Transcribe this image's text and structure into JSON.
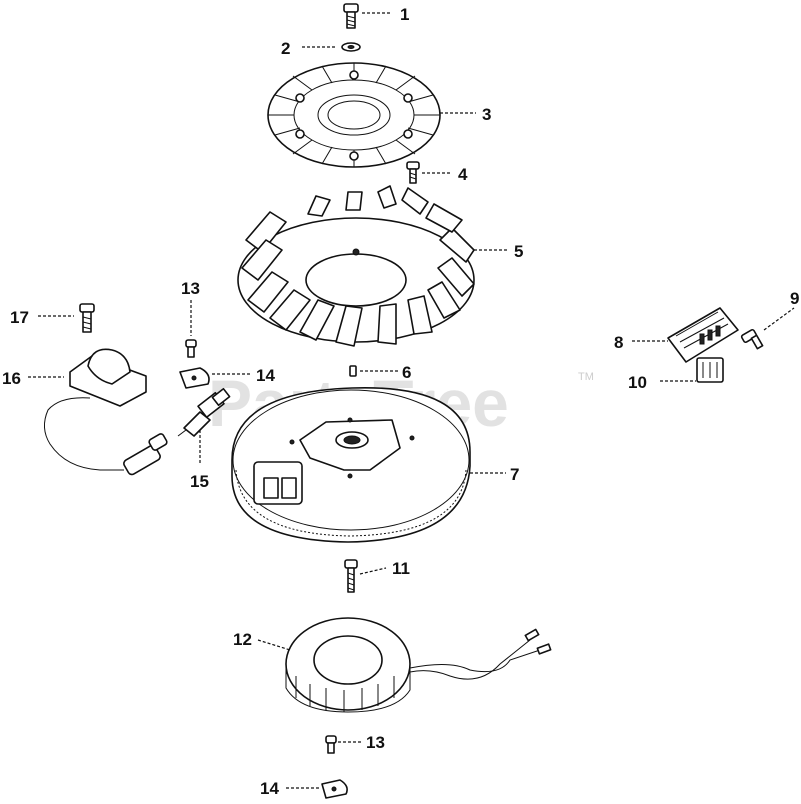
{
  "watermark": {
    "text": "PartsTree",
    "trademark": "TM"
  },
  "callouts": {
    "c1": "1",
    "c2": "2",
    "c3": "3",
    "c4": "4",
    "c5": "5",
    "c6": "6",
    "c7": "7",
    "c8": "8",
    "c9": "9",
    "c10": "10",
    "c11": "11",
    "c12": "12",
    "c13a": "13",
    "c13b": "13",
    "c14a": "14",
    "c14b": "14",
    "c15": "15",
    "c16": "16",
    "c17": "17"
  }
}
